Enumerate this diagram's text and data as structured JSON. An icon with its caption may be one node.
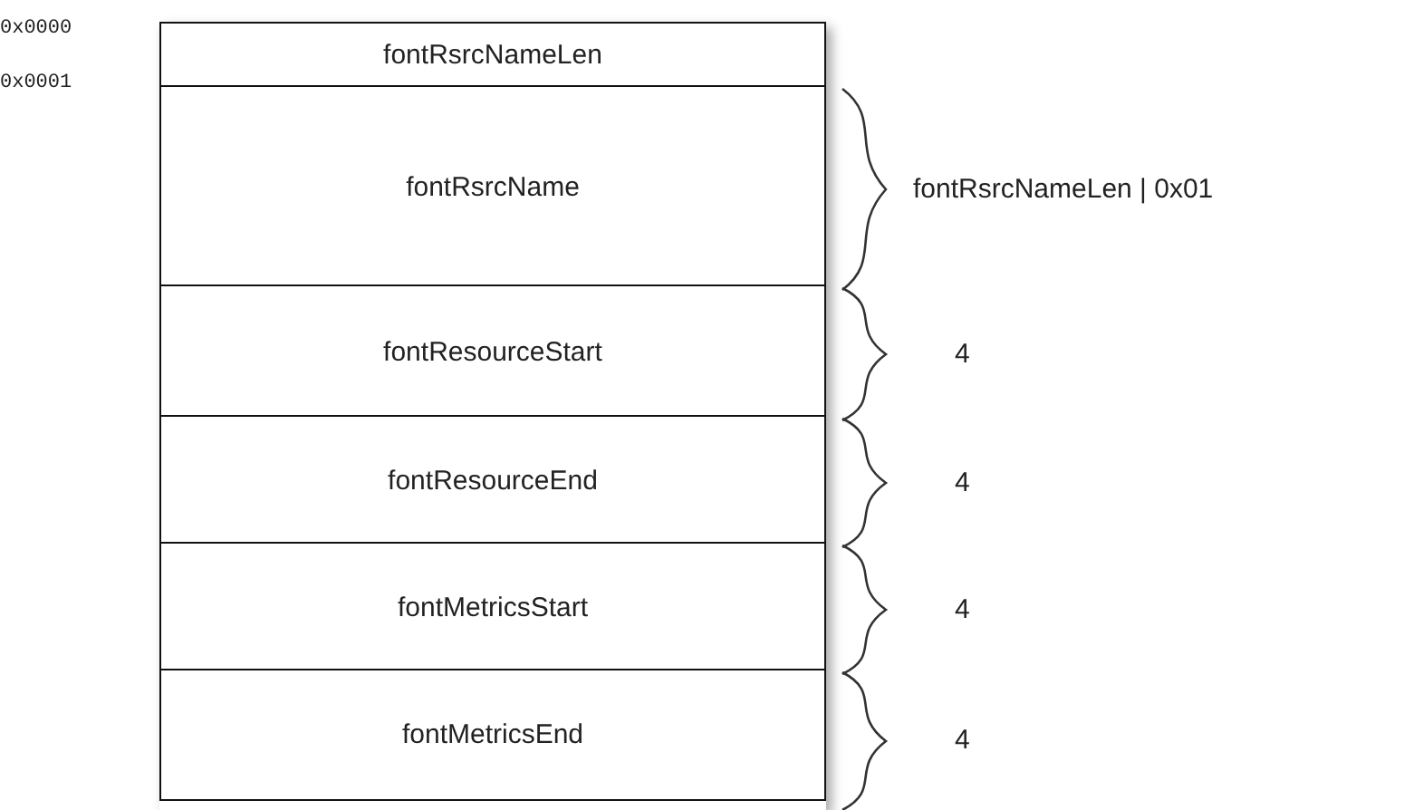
{
  "diagram": {
    "nodes": [
      {
        "text": [
          "fontRsrcNameLen"
        ]
      },
      {
        "text": [
          "fontRsrcName"
        ],
        "beside": [
          "fontRsrcNameLen | 0x01"
        ]
      },
      {
        "text": [
          "fontResourceStart"
        ]
      },
      {
        "text": [
          "fontResourceEnd"
        ]
      },
      {
        "text": [
          "fontMetricsStart"
        ]
      },
      {
        "text": [
          "fontMetricsEnd"
        ]
      }
    ],
    "labels": [
      "0x0000",
      "0x0001",
      "4",
      "4",
      "4",
      "4"
    ]
  }
}
